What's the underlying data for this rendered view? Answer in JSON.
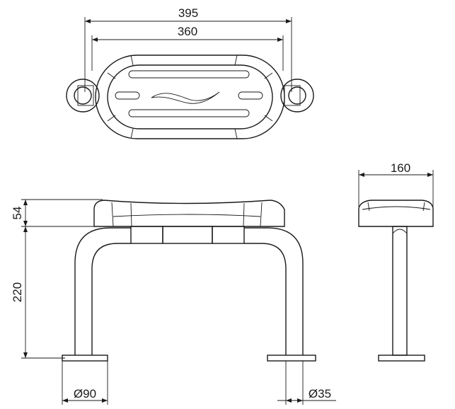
{
  "dimensions": {
    "overall_width": "395",
    "seat_width": "360",
    "seat_depth": "160",
    "seat_thickness": "54",
    "seat_height": "220",
    "base_plate_diameter": "Ø90",
    "tube_diameter": "Ø35"
  }
}
